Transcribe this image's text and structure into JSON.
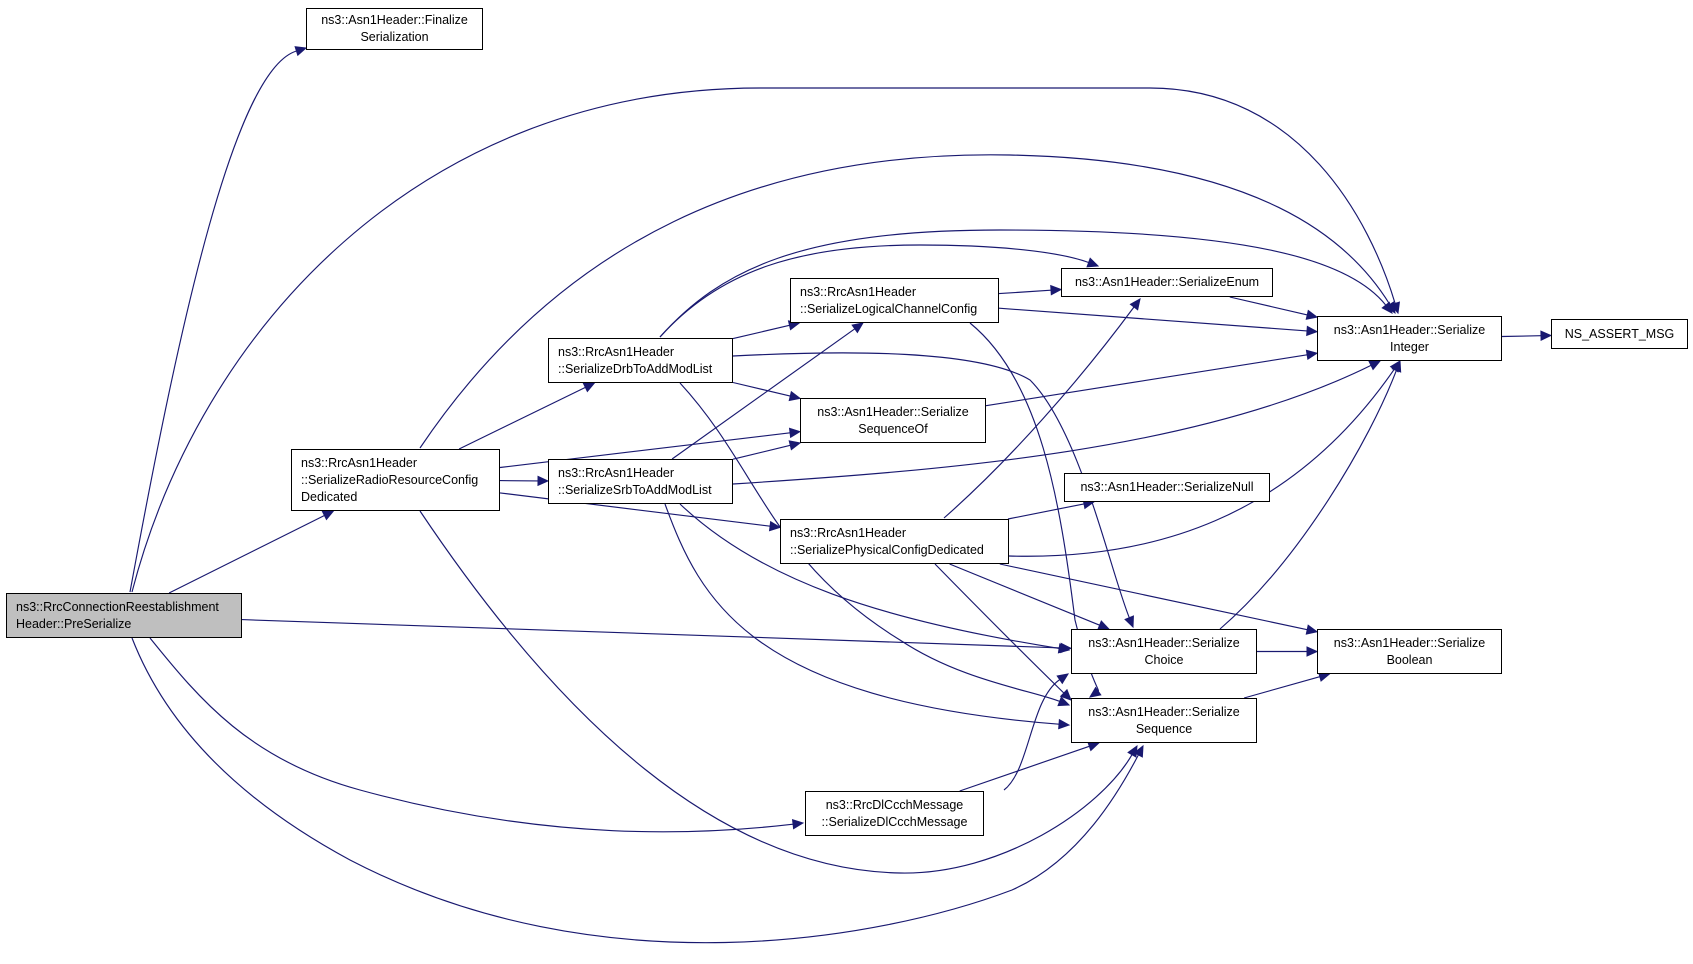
{
  "graph": {
    "edge_color": "#191970",
    "root_fill": "#bfbfbf",
    "nodes": [
      {
        "id": "root",
        "lines": [
          "ns3::RrcConnectionReestablishment",
          "Header::PreSerialize"
        ],
        "root": true
      },
      {
        "id": "finalize",
        "lines": [
          "ns3::Asn1Header::Finalize",
          "Serialization"
        ]
      },
      {
        "id": "srrcd",
        "lines": [
          "ns3::RrcAsn1Header",
          "::SerializeRadioResourceConfig",
          "Dedicated"
        ]
      },
      {
        "id": "sdrb",
        "lines": [
          "ns3::RrcAsn1Header",
          "::SerializeDrbToAddModList"
        ]
      },
      {
        "id": "ssrb",
        "lines": [
          "ns3::RrcAsn1Header",
          "::SerializeSrbToAddModList"
        ]
      },
      {
        "id": "slcc",
        "lines": [
          "ns3::RrcAsn1Header",
          "::SerializeLogicalChannelConfig"
        ]
      },
      {
        "id": "sseqof",
        "lines": [
          "ns3::Asn1Header::Serialize",
          "SequenceOf"
        ]
      },
      {
        "id": "spcd",
        "lines": [
          "ns3::RrcAsn1Header",
          "::SerializePhysicalConfigDedicated"
        ]
      },
      {
        "id": "sdlccch",
        "lines": [
          "ns3::RrcDlCcchMessage",
          "::SerializeDlCcchMessage"
        ]
      },
      {
        "id": "senum",
        "lines": [
          "ns3::Asn1Header::SerializeEnum"
        ]
      },
      {
        "id": "snull",
        "lines": [
          "ns3::Asn1Header::SerializeNull"
        ]
      },
      {
        "id": "sint",
        "lines": [
          "ns3::Asn1Header::Serialize",
          "Integer"
        ]
      },
      {
        "id": "schoice",
        "lines": [
          "ns3::Asn1Header::Serialize",
          "Choice"
        ]
      },
      {
        "id": "sseq",
        "lines": [
          "ns3::Asn1Header::Serialize",
          "Sequence"
        ]
      },
      {
        "id": "sbool",
        "lines": [
          "ns3::Asn1Header::Serialize",
          "Boolean"
        ]
      },
      {
        "id": "assert",
        "lines": [
          "NS_ASSERT_MSG"
        ]
      }
    ],
    "edges": [
      [
        "root",
        "finalize"
      ],
      [
        "root",
        "sint"
      ],
      [
        "root",
        "srrcd"
      ],
      [
        "root",
        "schoice"
      ],
      [
        "root",
        "sdlccch"
      ],
      [
        "root",
        "sseq"
      ],
      [
        "srrcd",
        "sint"
      ],
      [
        "srrcd",
        "sdrb"
      ],
      [
        "srrcd",
        "sseqof"
      ],
      [
        "srrcd",
        "ssrb"
      ],
      [
        "srrcd",
        "spcd"
      ],
      [
        "srrcd",
        "sseq"
      ],
      [
        "sdrb",
        "senum"
      ],
      [
        "sdrb",
        "sint"
      ],
      [
        "sdrb",
        "slcc"
      ],
      [
        "sdrb",
        "sseqof"
      ],
      [
        "sdrb",
        "schoice"
      ],
      [
        "sdrb",
        "sseq"
      ],
      [
        "ssrb",
        "slcc"
      ],
      [
        "ssrb",
        "sseqof"
      ],
      [
        "ssrb",
        "sint"
      ],
      [
        "ssrb",
        "schoice"
      ],
      [
        "ssrb",
        "sseq"
      ],
      [
        "slcc",
        "senum"
      ],
      [
        "slcc",
        "sint"
      ],
      [
        "slcc",
        "sseq"
      ],
      [
        "sseqof",
        "sint"
      ],
      [
        "spcd",
        "senum"
      ],
      [
        "spcd",
        "snull"
      ],
      [
        "spcd",
        "sint"
      ],
      [
        "spcd",
        "schoice"
      ],
      [
        "spcd",
        "sbool"
      ],
      [
        "spcd",
        "sseq"
      ],
      [
        "sdlccch",
        "schoice"
      ],
      [
        "sdlccch",
        "sseq"
      ],
      [
        "senum",
        "sint"
      ],
      [
        "sint",
        "assert"
      ],
      [
        "schoice",
        "sint"
      ],
      [
        "schoice",
        "sbool"
      ],
      [
        "sseq",
        "sbool"
      ]
    ]
  }
}
